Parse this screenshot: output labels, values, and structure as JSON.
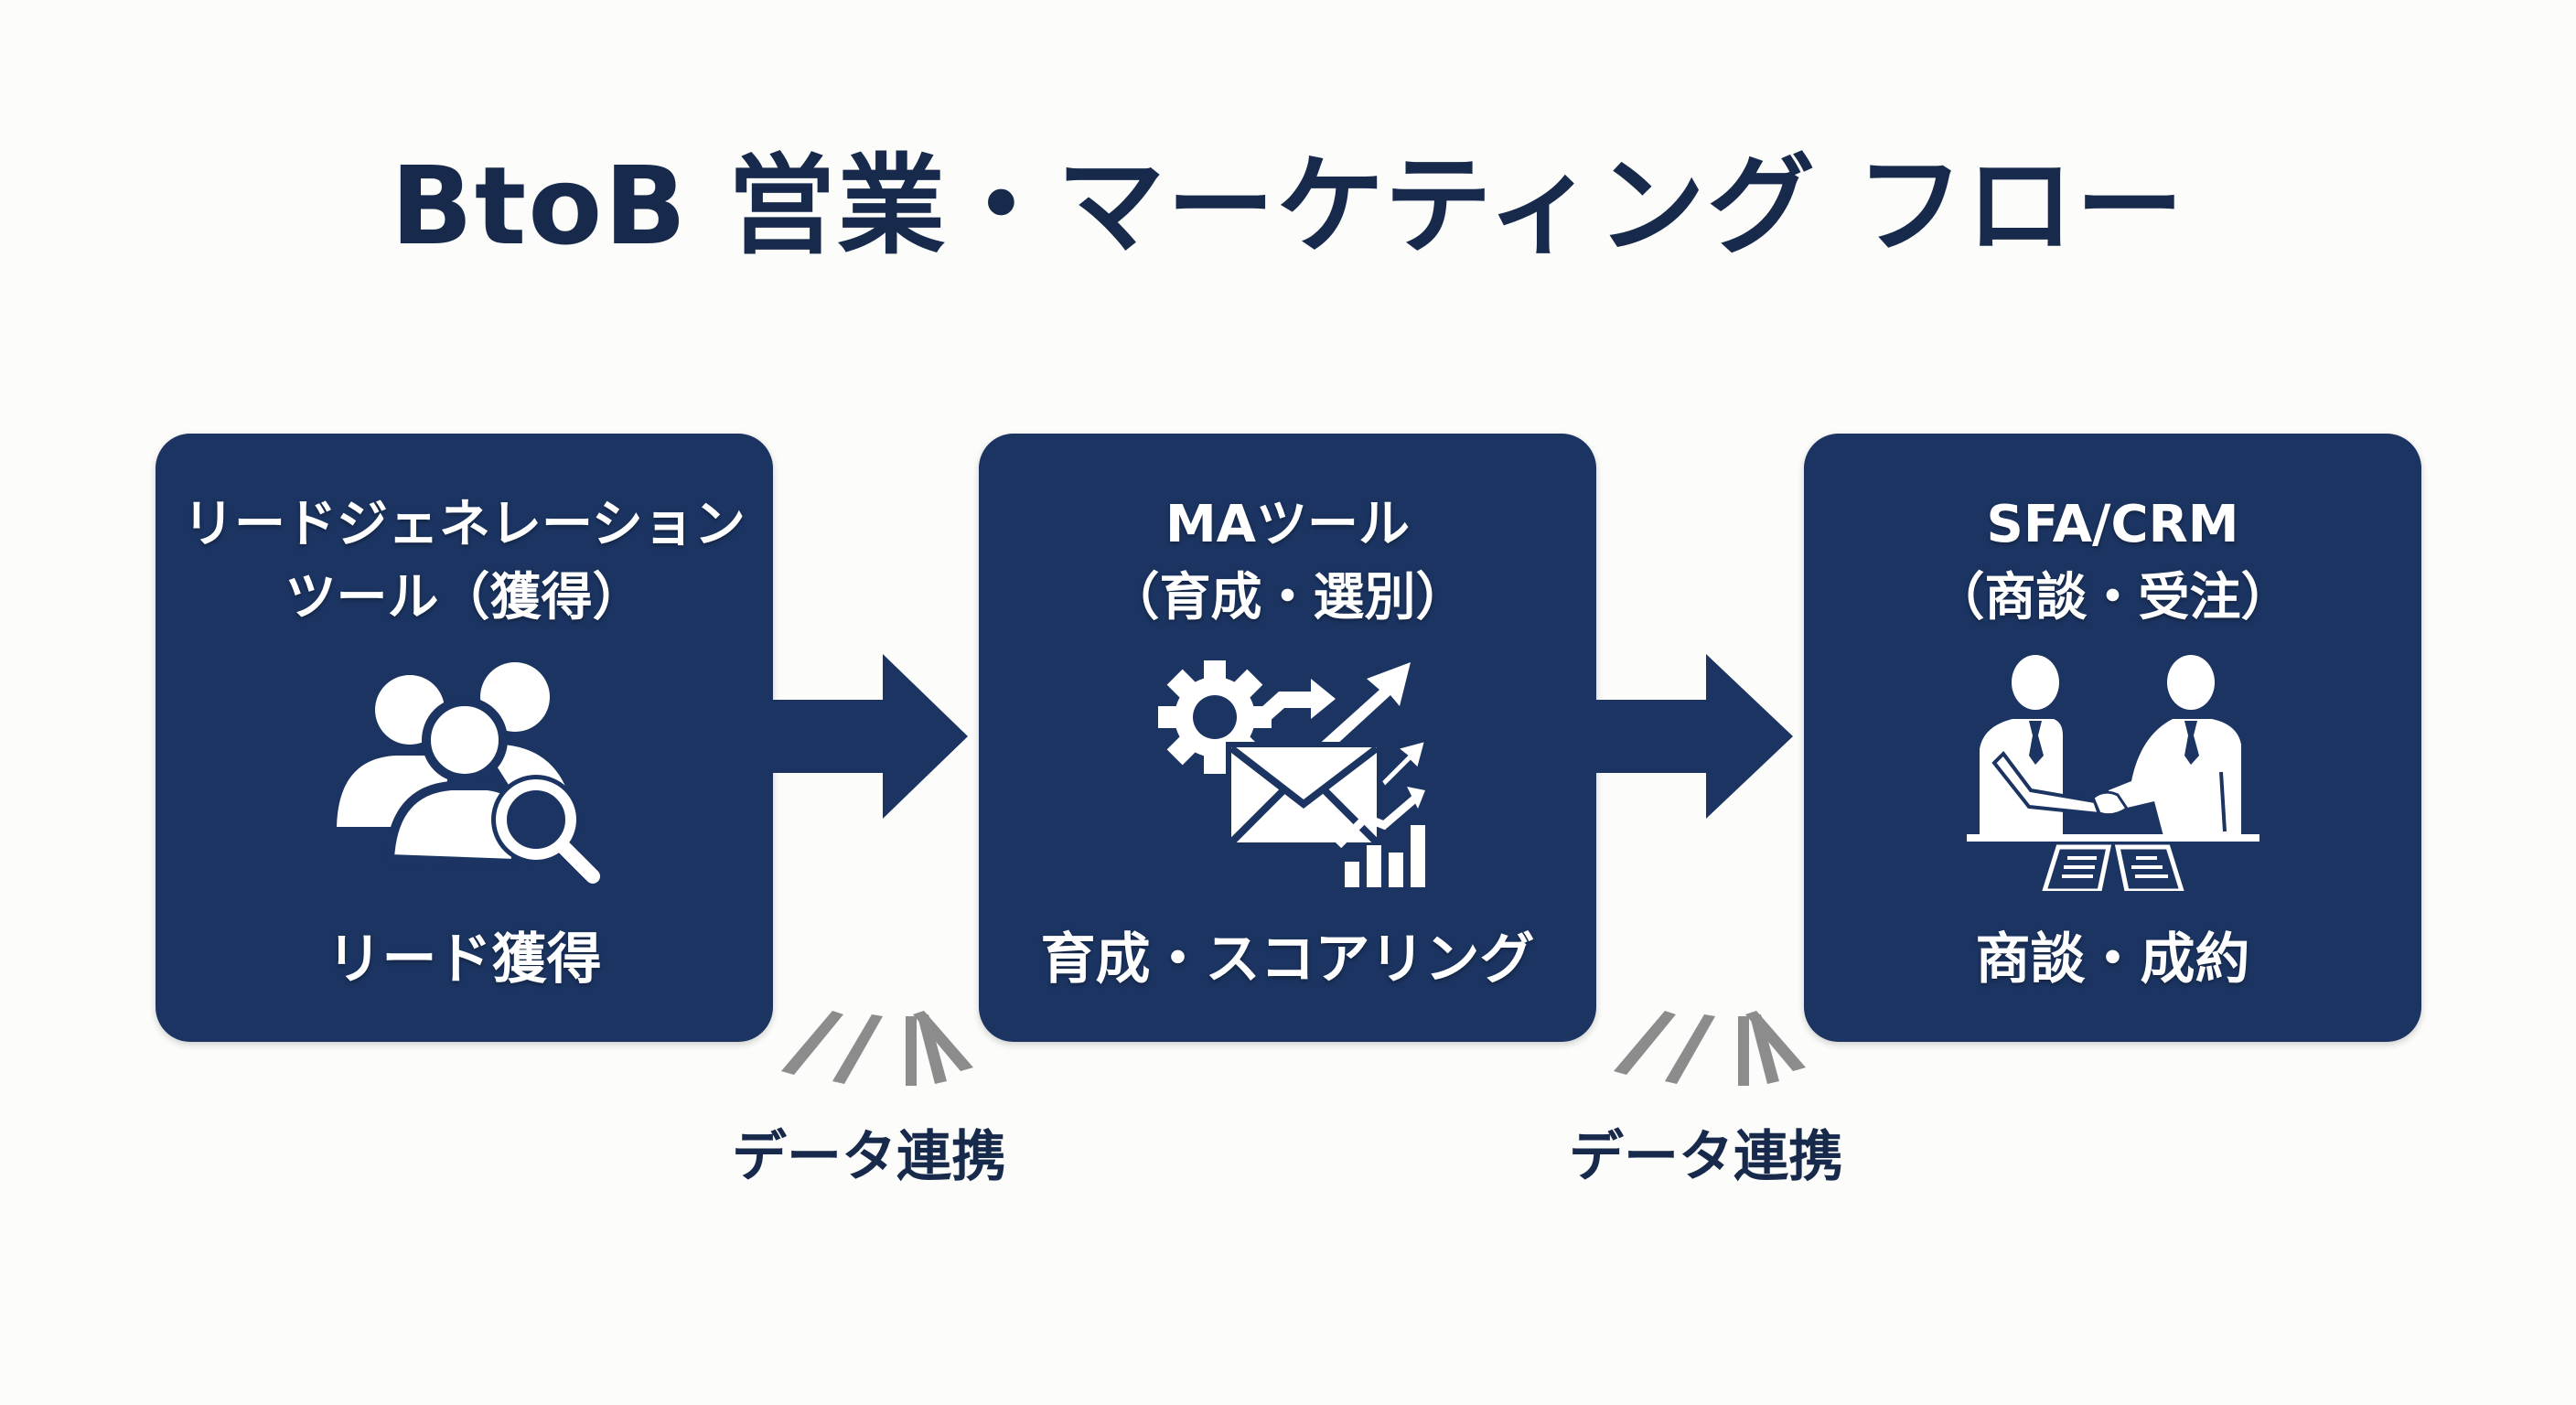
{
  "title": "BtoB 営業・マーケティング フロー",
  "colors": {
    "background": "#fcfcfa",
    "box": "#1b3461",
    "title_text": "#172a4c",
    "box_text": "#ffffff",
    "fan_lines": "#8c8c8c"
  },
  "stages": [
    {
      "heading_lines": [
        "リードジェネレーション",
        "ツール（獲得）"
      ],
      "icon": "people-search-icon",
      "label": "リード獲得"
    },
    {
      "heading_lines": [
        "MAツール",
        "（育成・選別）"
      ],
      "icon": "email-automation-growth-icon",
      "label": "育成・スコアリング"
    },
    {
      "heading_lines": [
        "SFA/CRM",
        "（商談・受注）"
      ],
      "icon": "handshake-contract-icon",
      "label": "商談・成約"
    }
  ],
  "connectors": [
    {
      "icon": "arrow-right-icon",
      "label": "データ連携"
    },
    {
      "icon": "arrow-right-icon",
      "label": "データ連携"
    }
  ]
}
